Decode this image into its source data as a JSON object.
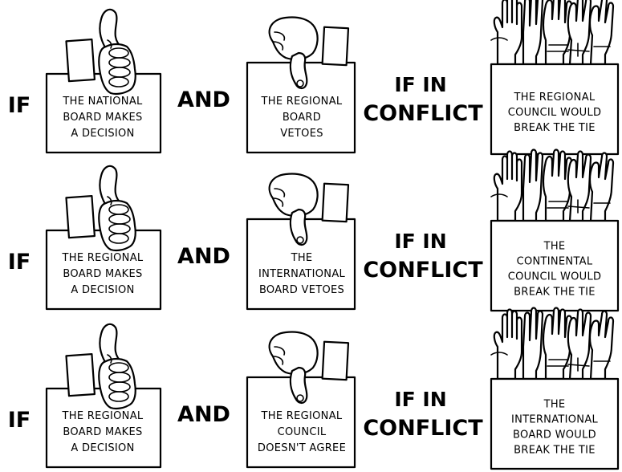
{
  "words": {
    "if": "IF",
    "and": "AND",
    "if_in": "IF IN",
    "conflict": "CONFLICT"
  },
  "rows": [
    {
      "decision": [
        "THE NATIONAL",
        "BOARD MAKES",
        "A DECISION"
      ],
      "veto": [
        "THE REGIONAL",
        "BOARD",
        "VETOES"
      ],
      "tiebreak": [
        "THE REGIONAL",
        "COUNCIL WOULD",
        "BREAK THE TIE"
      ]
    },
    {
      "decision": [
        "THE REGIONAL",
        "BOARD MAKES",
        "A DECISION"
      ],
      "veto": [
        "THE",
        "INTERNATIONAL",
        "BOARD VETOES"
      ],
      "tiebreak": [
        "THE",
        "CONTINENTAL",
        "COUNCIL WOULD",
        "BREAK THE TIE"
      ]
    },
    {
      "decision": [
        "THE REGIONAL",
        "BOARD MAKES",
        "A DECISION"
      ],
      "veto": [
        "THE REGIONAL",
        "COUNCIL",
        "DOESN'T AGREE"
      ],
      "tiebreak": [
        "THE",
        "INTERNATIONAL",
        "BOARD WOULD",
        "BREAK THE TIE"
      ]
    }
  ],
  "icons": {
    "decision": "thumbs-up-icon",
    "veto": "thumbs-down-icon",
    "tiebreak": "raised-hands-vote-icon"
  }
}
